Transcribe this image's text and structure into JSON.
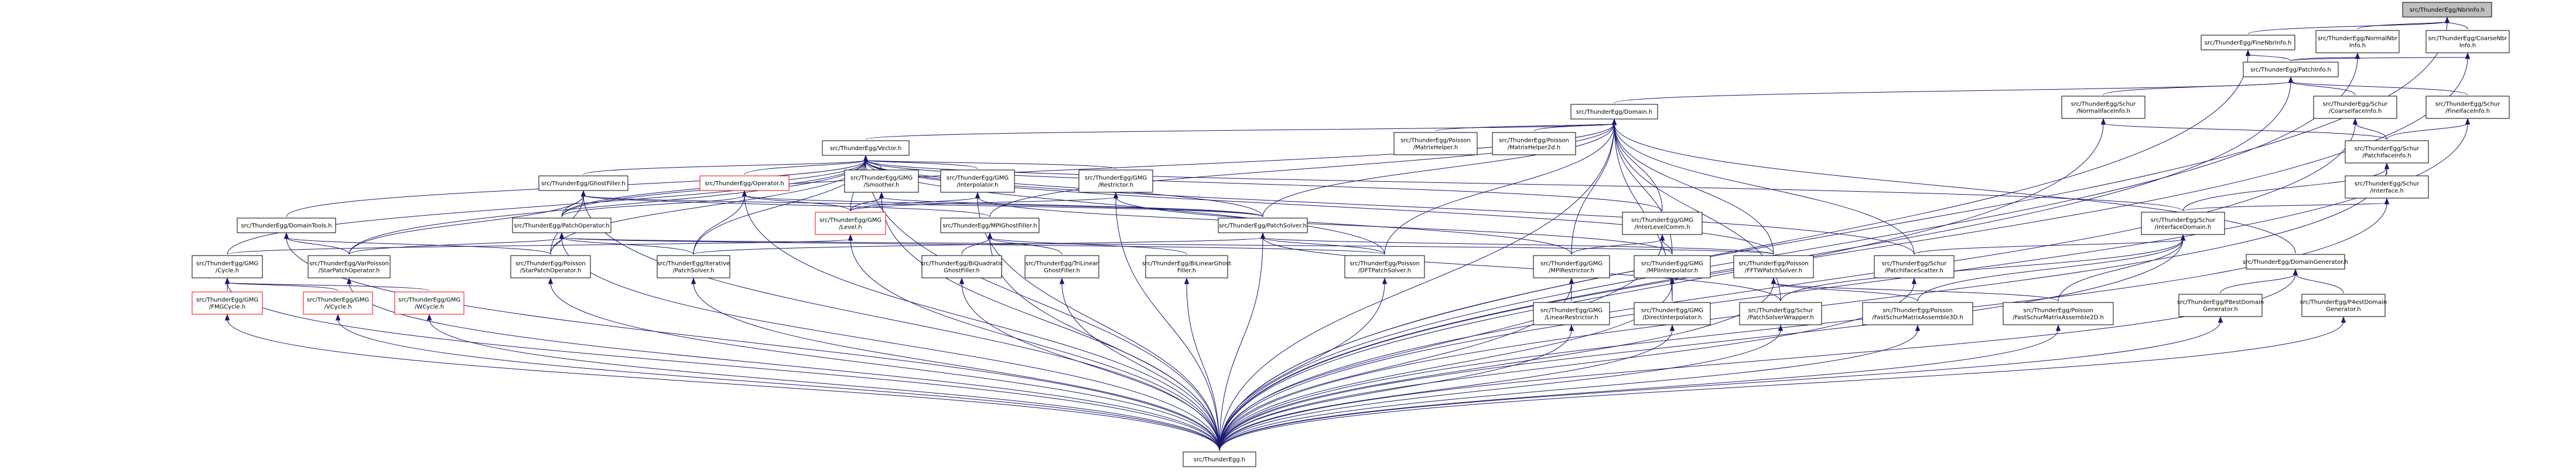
{
  "colors": {
    "node_fill": "#ffffff",
    "root_fill": "#bfbfbf",
    "node_border": "#000000",
    "truncated_border": "#ff0000",
    "edge": "#191970"
  },
  "nodes": [
    {
      "id": "nbr",
      "lines": [
        "src/ThunderEgg/NbrInfo.h"
      ],
      "root": true
    },
    {
      "id": "fine",
      "lines": [
        "src/ThunderEgg/FineNbrInfo.h"
      ]
    },
    {
      "id": "normnbr",
      "lines": [
        "src/ThunderEgg/NormalNbr",
        "Info.h"
      ]
    },
    {
      "id": "coarsenbr",
      "lines": [
        "src/ThunderEgg/CoarseNbr",
        "Info.h"
      ]
    },
    {
      "id": "patchinfo",
      "lines": [
        "src/ThunderEgg/PatchInfo.h"
      ]
    },
    {
      "id": "domain",
      "lines": [
        "src/ThunderEgg/Domain.h"
      ]
    },
    {
      "id": "s_normfi",
      "lines": [
        "src/ThunderEgg/Schur",
        "/NormalIfaceInfo.h"
      ]
    },
    {
      "id": "s_coarsefi",
      "lines": [
        "src/ThunderEgg/Schur",
        "/CoarseIfaceInfo.h"
      ]
    },
    {
      "id": "s_finefi",
      "lines": [
        "src/ThunderEgg/Schur",
        "/FineIfaceInfo.h"
      ]
    },
    {
      "id": "vector",
      "lines": [
        "src/ThunderEgg/Vector.h"
      ]
    },
    {
      "id": "p_mh",
      "lines": [
        "src/ThunderEgg/Poisson",
        "/MatrixHelper.h"
      ]
    },
    {
      "id": "p_mh2d",
      "lines": [
        "src/ThunderEgg/Poisson",
        "/MatrixHelper2d.h"
      ]
    },
    {
      "id": "s_pif",
      "lines": [
        "src/ThunderEgg/Schur",
        "/PatchIfaceInfo.h"
      ]
    },
    {
      "id": "s_iface",
      "lines": [
        "src/ThunderEgg/Schur",
        "/Interface.h"
      ]
    },
    {
      "id": "ghost",
      "lines": [
        "src/ThunderEgg/GhostFiller.h"
      ]
    },
    {
      "id": "operator",
      "lines": [
        "src/ThunderEgg/Operator.h"
      ],
      "truncated": true
    },
    {
      "id": "g_smoother",
      "lines": [
        "src/ThunderEgg/GMG",
        "/Smoother.h"
      ]
    },
    {
      "id": "g_interp",
      "lines": [
        "src/ThunderEgg/GMG",
        "/Interpolator.h"
      ]
    },
    {
      "id": "g_restrictor",
      "lines": [
        "src/ThunderEgg/GMG",
        "/Restrictor.h"
      ]
    },
    {
      "id": "domaintools",
      "lines": [
        "src/ThunderEgg/DomainTools.h"
      ]
    },
    {
      "id": "patchop",
      "lines": [
        "src/ThunderEgg/PatchOperator.h"
      ]
    },
    {
      "id": "g_level",
      "lines": [
        "src/ThunderEgg/GMG",
        "/Level.h"
      ],
      "truncated": true
    },
    {
      "id": "mpighost",
      "lines": [
        "src/ThunderEgg/MPIGhostFiller.h"
      ]
    },
    {
      "id": "patchsolver",
      "lines": [
        "src/ThunderEgg/PatchSolver.h"
      ]
    },
    {
      "id": "g_ilc",
      "lines": [
        "src/ThunderEgg/GMG",
        "/InterLevelComm.h"
      ]
    },
    {
      "id": "s_ifdom",
      "lines": [
        "src/ThunderEgg/Schur",
        "/InterfaceDomain.h"
      ]
    },
    {
      "id": "domgen",
      "lines": [
        "src/ThunderEgg/DomainGenerator.h"
      ]
    },
    {
      "id": "g_cycle",
      "lines": [
        "src/ThunderEgg/GMG",
        "/Cycle.h"
      ]
    },
    {
      "id": "varpoisson",
      "lines": [
        "src/ThunderEgg/VarPoisson",
        "/StarPatchOperator.h"
      ]
    },
    {
      "id": "p_starpo",
      "lines": [
        "src/ThunderEgg/Poisson",
        "/StarPatchOperator.h"
      ]
    },
    {
      "id": "itersolver",
      "lines": [
        "src/ThunderEgg/Iterative",
        "/PatchSolver.h"
      ]
    },
    {
      "id": "biquad",
      "lines": [
        "src/ThunderEgg/BiQuadratic",
        "GhostFiller.h"
      ]
    },
    {
      "id": "trilinear",
      "lines": [
        "src/ThunderEgg/TriLinear",
        "GhostFiller.h"
      ]
    },
    {
      "id": "bilinear",
      "lines": [
        "src/ThunderEgg/BiLinearGhost",
        "Filler.h"
      ]
    },
    {
      "id": "p_dft",
      "lines": [
        "src/ThunderEgg/Poisson",
        "/DFTPatchSolver.h"
      ]
    },
    {
      "id": "g_mpirest",
      "lines": [
        "src/ThunderEgg/GMG",
        "/MPIRestrictor.h"
      ]
    },
    {
      "id": "g_mpiinterp",
      "lines": [
        "src/ThunderEgg/GMG",
        "/MPIInterpolator.h"
      ]
    },
    {
      "id": "p_fftw",
      "lines": [
        "src/ThunderEgg/Poisson",
        "/FFTWPatchSolver.h"
      ]
    },
    {
      "id": "s_pifs",
      "lines": [
        "src/ThunderEgg/Schur",
        "/PatchIfaceScatter.h"
      ]
    },
    {
      "id": "p8est",
      "lines": [
        "src/ThunderEgg/P8estDomain",
        "Generator.h"
      ]
    },
    {
      "id": "p4est",
      "lines": [
        "src/ThunderEgg/P4estDomain",
        "Generator.h"
      ]
    },
    {
      "id": "g_fmg",
      "lines": [
        "src/ThunderEgg/GMG",
        "/FMGCycle.h"
      ],
      "truncated": true
    },
    {
      "id": "g_v",
      "lines": [
        "src/ThunderEgg/GMG",
        "/VCycle.h"
      ],
      "truncated": true
    },
    {
      "id": "g_w",
      "lines": [
        "src/ThunderEgg/GMG",
        "/WCycle.h"
      ],
      "truncated": true
    },
    {
      "id": "g_linrest",
      "lines": [
        "src/ThunderEgg/GMG",
        "/LinearRestrictor.h"
      ]
    },
    {
      "id": "g_directinterp",
      "lines": [
        "src/ThunderEgg/GMG",
        "/DirectInterpolator.h"
      ]
    },
    {
      "id": "s_psw",
      "lines": [
        "src/ThunderEgg/Schur",
        "/PatchSolverWrapper.h"
      ]
    },
    {
      "id": "p_fsma3d",
      "lines": [
        "src/ThunderEgg/Poisson",
        "/FastSchurMatrixAssemble3D.h"
      ]
    },
    {
      "id": "p_fsma2d",
      "lines": [
        "src/ThunderEgg/Poisson",
        "/FastSchurMatrixAssemble2D.h"
      ]
    },
    {
      "id": "thunderegg",
      "lines": [
        "src/ThunderEgg.h"
      ]
    }
  ],
  "edges": [
    [
      "nbr",
      "fine"
    ],
    [
      "nbr",
      "normnbr"
    ],
    [
      "nbr",
      "coarsenbr"
    ],
    [
      "nbr",
      "thunderegg"
    ],
    [
      "fine",
      "patchinfo"
    ],
    [
      "fine",
      "thunderegg"
    ],
    [
      "normnbr",
      "patchinfo"
    ],
    [
      "normnbr",
      "thunderegg"
    ],
    [
      "coarsenbr",
      "patchinfo"
    ],
    [
      "coarsenbr",
      "thunderegg"
    ],
    [
      "patchinfo",
      "domain"
    ],
    [
      "patchinfo",
      "s_normfi"
    ],
    [
      "patchinfo",
      "s_coarsefi"
    ],
    [
      "patchinfo",
      "s_finefi"
    ],
    [
      "patchinfo",
      "thunderegg"
    ],
    [
      "s_normfi",
      "s_pif"
    ],
    [
      "s_normfi",
      "thunderegg"
    ],
    [
      "s_coarsefi",
      "s_pif"
    ],
    [
      "s_coarsefi",
      "thunderegg"
    ],
    [
      "s_finefi",
      "s_pif"
    ],
    [
      "s_finefi",
      "thunderegg"
    ],
    [
      "s_pif",
      "s_iface"
    ],
    [
      "s_pif",
      "s_ifdom"
    ],
    [
      "s_pif",
      "thunderegg"
    ],
    [
      "s_iface",
      "s_ifdom"
    ],
    [
      "s_iface",
      "thunderegg"
    ],
    [
      "domain",
      "vector"
    ],
    [
      "domain",
      "p_mh"
    ],
    [
      "domain",
      "p_mh2d"
    ],
    [
      "domain",
      "domgen"
    ],
    [
      "domain",
      "patchop"
    ],
    [
      "domain",
      "mpighost"
    ],
    [
      "domain",
      "patchsolver"
    ],
    [
      "domain",
      "g_ilc"
    ],
    [
      "domain",
      "p_dft"
    ],
    [
      "domain",
      "p_fftw"
    ],
    [
      "domain",
      "s_pifs"
    ],
    [
      "domain",
      "g_mpirest"
    ],
    [
      "domain",
      "g_mpiinterp"
    ],
    [
      "domain",
      "g_directinterp"
    ],
    [
      "domain",
      "s_psw"
    ],
    [
      "domain",
      "thunderegg"
    ],
    [
      "vector",
      "ghost"
    ],
    [
      "vector",
      "operator"
    ],
    [
      "vector",
      "g_smoother"
    ],
    [
      "vector",
      "g_interp"
    ],
    [
      "vector",
      "g_restrictor"
    ],
    [
      "vector",
      "domaintools"
    ],
    [
      "vector",
      "patchop"
    ],
    [
      "vector",
      "g_level"
    ],
    [
      "vector",
      "patchsolver"
    ],
    [
      "vector",
      "g_ilc"
    ],
    [
      "vector",
      "s_ifdom"
    ],
    [
      "vector",
      "g_cycle"
    ],
    [
      "vector",
      "varpoisson"
    ],
    [
      "vector",
      "p_starpo"
    ],
    [
      "vector",
      "itersolver"
    ],
    [
      "vector",
      "p_dft"
    ],
    [
      "vector",
      "p_fftw"
    ],
    [
      "vector",
      "s_pifs"
    ],
    [
      "vector",
      "thunderegg"
    ],
    [
      "ghost",
      "patchop"
    ],
    [
      "ghost",
      "mpighost"
    ],
    [
      "ghost",
      "patchsolver"
    ],
    [
      "ghost",
      "varpoisson"
    ],
    [
      "ghost",
      "p_starpo"
    ],
    [
      "ghost",
      "thunderegg"
    ],
    [
      "operator",
      "patchop"
    ],
    [
      "operator",
      "g_level"
    ],
    [
      "operator",
      "patchsolver"
    ],
    [
      "operator",
      "itersolver"
    ],
    [
      "operator",
      "thunderegg"
    ],
    [
      "g_smoother",
      "g_level"
    ],
    [
      "g_smoother",
      "patchsolver"
    ],
    [
      "g_smoother",
      "thunderegg"
    ],
    [
      "g_interp",
      "g_level"
    ],
    [
      "g_interp",
      "g_mpiinterp"
    ],
    [
      "g_interp",
      "thunderegg"
    ],
    [
      "g_restrictor",
      "g_level"
    ],
    [
      "g_restrictor",
      "g_mpirest"
    ],
    [
      "g_restrictor",
      "thunderegg"
    ],
    [
      "domaintools",
      "varpoisson"
    ],
    [
      "domaintools",
      "p_starpo"
    ],
    [
      "domaintools",
      "thunderegg"
    ],
    [
      "patchop",
      "varpoisson"
    ],
    [
      "patchop",
      "p_starpo"
    ],
    [
      "patchop",
      "itersolver"
    ],
    [
      "patchop",
      "p_dft"
    ],
    [
      "patchop",
      "p_fftw"
    ],
    [
      "patchop",
      "thunderegg"
    ],
    [
      "g_level",
      "g_cycle"
    ],
    [
      "g_level",
      "thunderegg"
    ],
    [
      "mpighost",
      "biquad"
    ],
    [
      "mpighost",
      "trilinear"
    ],
    [
      "mpighost",
      "bilinear"
    ],
    [
      "mpighost",
      "thunderegg"
    ],
    [
      "patchsolver",
      "itersolver"
    ],
    [
      "patchsolver",
      "p_dft"
    ],
    [
      "patchsolver",
      "p_fftw"
    ],
    [
      "patchsolver",
      "s_psw"
    ],
    [
      "patchsolver",
      "thunderegg"
    ],
    [
      "g_ilc",
      "g_mpirest"
    ],
    [
      "g_ilc",
      "g_mpiinterp"
    ],
    [
      "g_ilc",
      "thunderegg"
    ],
    [
      "s_ifdom",
      "s_pifs"
    ],
    [
      "s_ifdom",
      "s_psw"
    ],
    [
      "s_ifdom",
      "p_fsma3d"
    ],
    [
      "s_ifdom",
      "p_fsma2d"
    ],
    [
      "s_ifdom",
      "thunderegg"
    ],
    [
      "domgen",
      "p8est"
    ],
    [
      "domgen",
      "p4est"
    ],
    [
      "domgen",
      "thunderegg"
    ],
    [
      "g_cycle",
      "g_fmg"
    ],
    [
      "g_cycle",
      "g_v"
    ],
    [
      "g_cycle",
      "g_w"
    ],
    [
      "g_cycle",
      "thunderegg"
    ],
    [
      "varpoisson",
      "thunderegg"
    ],
    [
      "p_starpo",
      "thunderegg"
    ],
    [
      "itersolver",
      "thunderegg"
    ],
    [
      "biquad",
      "thunderegg"
    ],
    [
      "trilinear",
      "thunderegg"
    ],
    [
      "bilinear",
      "thunderegg"
    ],
    [
      "p_dft",
      "thunderegg"
    ],
    [
      "g_mpirest",
      "g_linrest"
    ],
    [
      "g_mpirest",
      "thunderegg"
    ],
    [
      "g_mpiinterp",
      "g_directinterp"
    ],
    [
      "g_mpiinterp",
      "thunderegg"
    ],
    [
      "p_fftw",
      "p_fsma3d"
    ],
    [
      "p_fftw",
      "p_fsma2d"
    ],
    [
      "p_fftw",
      "thunderegg"
    ],
    [
      "s_pifs",
      "thunderegg"
    ],
    [
      "p8est",
      "thunderegg"
    ],
    [
      "p4est",
      "thunderegg"
    ],
    [
      "g_fmg",
      "thunderegg"
    ],
    [
      "g_v",
      "thunderegg"
    ],
    [
      "g_w",
      "thunderegg"
    ],
    [
      "g_linrest",
      "thunderegg"
    ],
    [
      "g_directinterp",
      "thunderegg"
    ],
    [
      "s_psw",
      "thunderegg"
    ],
    [
      "p_fsma3d",
      "thunderegg"
    ],
    [
      "p_fsma2d",
      "thunderegg"
    ]
  ]
}
